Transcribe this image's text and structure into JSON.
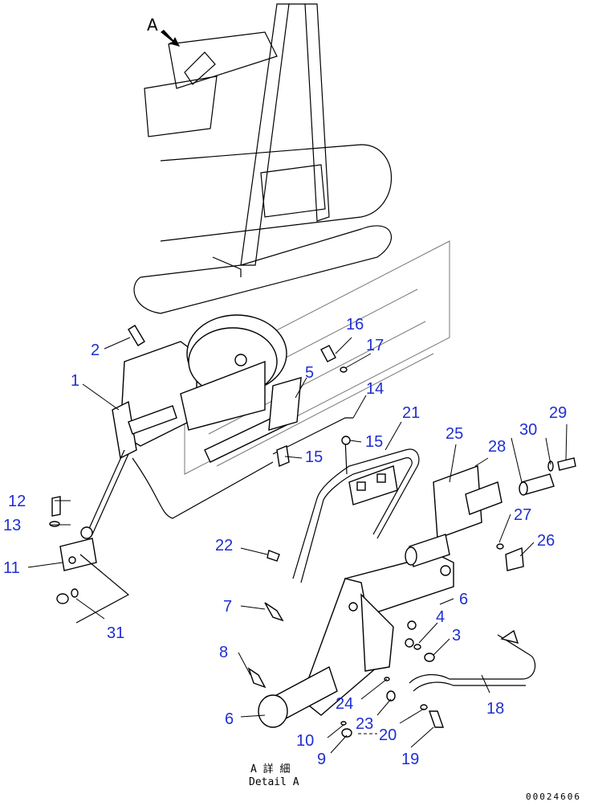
{
  "view_marker": "A",
  "caption": {
    "line1": "A 詳 細",
    "line2": "Detail A"
  },
  "drawing_code": "00024606",
  "callouts": [
    "1",
    "2",
    "3",
    "4",
    "5",
    "6",
    "6",
    "7",
    "8",
    "9",
    "10",
    "11",
    "12",
    "13",
    "14",
    "15",
    "15",
    "16",
    "17",
    "18",
    "19",
    "20",
    "21",
    "22",
    "23",
    "24",
    "25",
    "26",
    "27",
    "28",
    "29",
    "30",
    "31"
  ]
}
